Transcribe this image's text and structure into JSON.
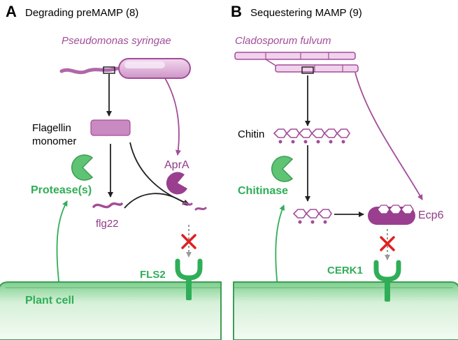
{
  "panel_a": {
    "letter": "A",
    "title": "Degrading preMAMP (8)",
    "organism": "Pseudomonas syringae",
    "flagellin_line1": "Flagellin",
    "flagellin_line2": "monomer",
    "protease": "Protease(s)",
    "apra": "AprA",
    "flg22": "flg22",
    "receptor": "FLS2",
    "cell": "Plant cell"
  },
  "panel_b": {
    "letter": "B",
    "title": "Sequestering MAMP (9)",
    "organism": "Cladosporum fulvum",
    "chitin": "Chitin",
    "chitinase": "Chitinase",
    "ecp6": "Ecp6",
    "receptor": "CERK1"
  },
  "colors": {
    "green": "#2fae58",
    "purple": "#a24d98",
    "light_purple": "#d9a6d3",
    "block_red": "#e02020"
  }
}
